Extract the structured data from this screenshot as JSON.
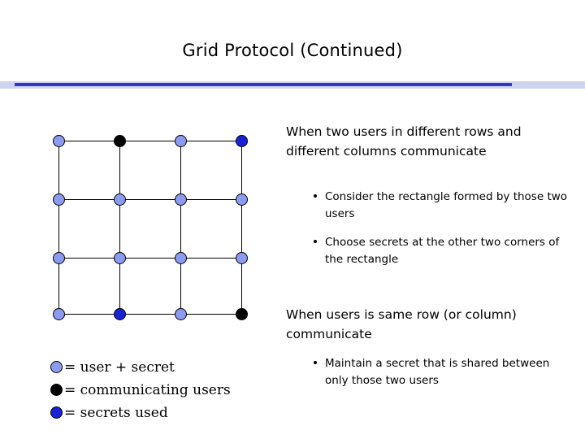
{
  "slide": {
    "title": "Grid Protocol (Continued)",
    "paragraphs": {
      "p1": "When two users in different rows and different columns communicate",
      "p2": "When users is same row (or column) communicate"
    },
    "bullets": {
      "b1": "Consider the rectangle formed by those two users",
      "b2": "Choose secrets at the other two corners of the rectangle",
      "b3": "Maintain a secret that is shared between only those two users"
    },
    "legend": [
      {
        "marker": "user-secret-dot",
        "label": "= user + secret",
        "color": "#8b9cf0"
      },
      {
        "marker": "communicating-users-dot",
        "label": "= communicating users",
        "color": "#000000"
      },
      {
        "marker": "secrets-used-dot",
        "label": "= secrets used",
        "color": "#1a22d8"
      }
    ],
    "colors": {
      "rule_light": "#ced3ef",
      "rule_dark": "#3333cc",
      "user": "#8b9cf0",
      "communicating": "#000000",
      "secret": "#1a22d8"
    },
    "grid": {
      "rows": 4,
      "cols": 4,
      "nodes": [
        {
          "r": 0,
          "c": 0,
          "type": "user"
        },
        {
          "r": 0,
          "c": 1,
          "type": "communicating"
        },
        {
          "r": 0,
          "c": 2,
          "type": "user"
        },
        {
          "r": 0,
          "c": 3,
          "type": "secret"
        },
        {
          "r": 1,
          "c": 0,
          "type": "user"
        },
        {
          "r": 1,
          "c": 1,
          "type": "user"
        },
        {
          "r": 1,
          "c": 2,
          "type": "user"
        },
        {
          "r": 1,
          "c": 3,
          "type": "user"
        },
        {
          "r": 2,
          "c": 0,
          "type": "user"
        },
        {
          "r": 2,
          "c": 1,
          "type": "user"
        },
        {
          "r": 2,
          "c": 2,
          "type": "user"
        },
        {
          "r": 2,
          "c": 3,
          "type": "user"
        },
        {
          "r": 3,
          "c": 0,
          "type": "user"
        },
        {
          "r": 3,
          "c": 1,
          "type": "secret"
        },
        {
          "r": 3,
          "c": 2,
          "type": "user"
        },
        {
          "r": 3,
          "c": 3,
          "type": "communicating"
        }
      ]
    }
  }
}
